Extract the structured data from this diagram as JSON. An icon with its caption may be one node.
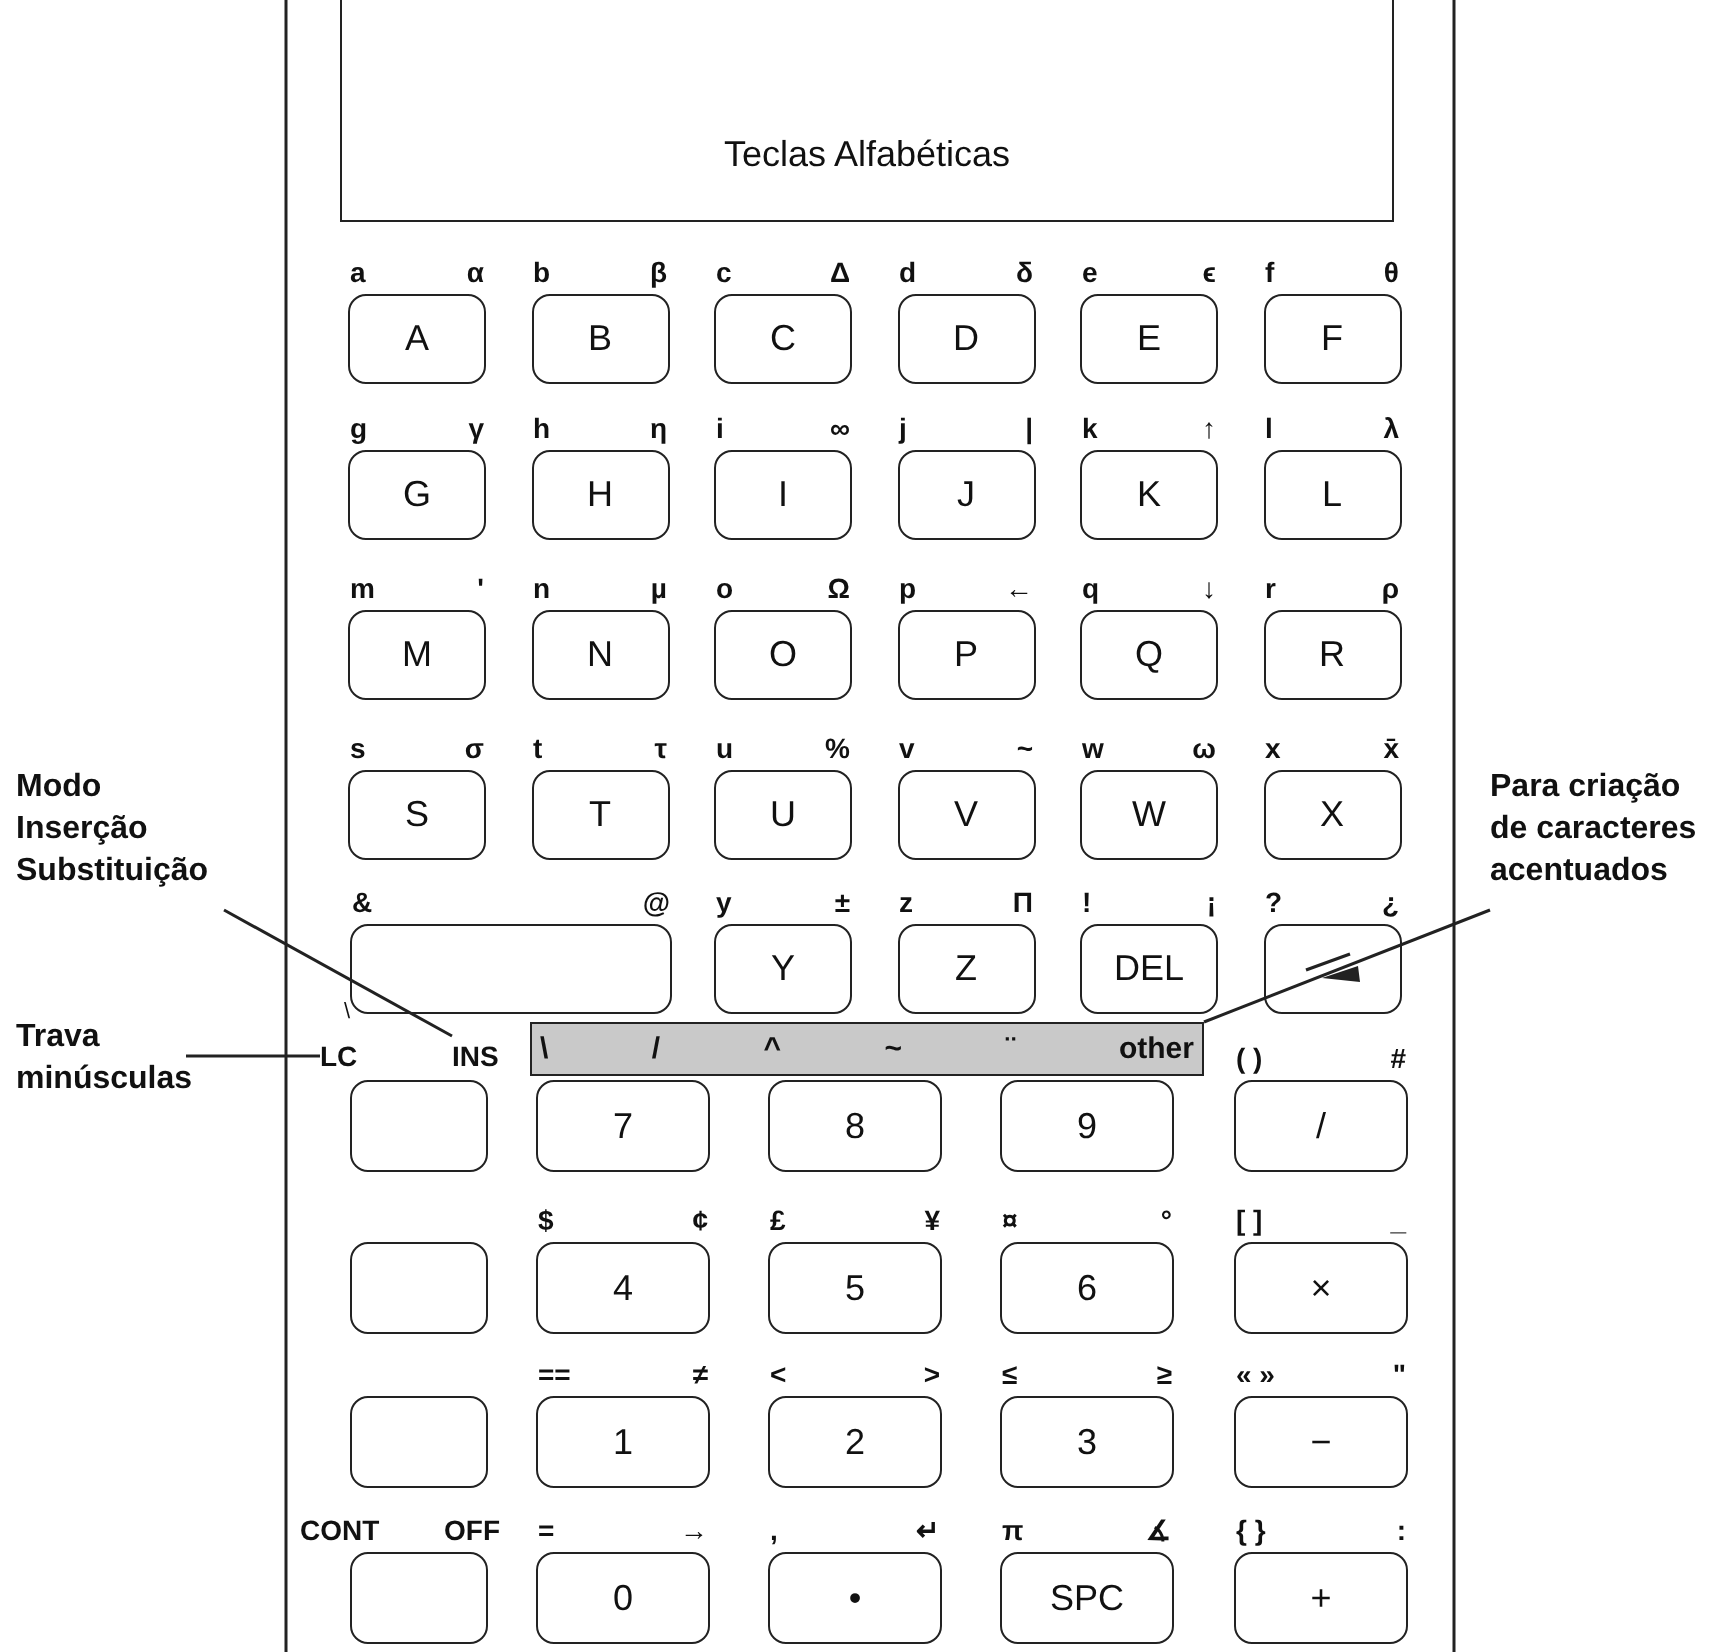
{
  "diagram": {
    "nodes": [
      {
        "text": [
          "Teclas Alfabéticas"
        ]
      },
      {
        "text": [
          "A"
        ],
        "beside": [
          "a",
          "α"
        ]
      },
      {
        "text": [
          "B"
        ],
        "beside": [
          "b",
          "β"
        ]
      },
      {
        "text": [
          "C"
        ],
        "beside": [
          "c",
          "Δ"
        ]
      },
      {
        "text": [
          "D"
        ],
        "beside": [
          "d",
          "δ"
        ]
      },
      {
        "text": [
          "E"
        ],
        "beside": [
          "e",
          "ϵ"
        ]
      },
      {
        "text": [
          "F"
        ],
        "beside": [
          "f",
          "θ"
        ]
      },
      {
        "text": [
          "G"
        ],
        "beside": [
          "g",
          "γ"
        ]
      },
      {
        "text": [
          "H"
        ],
        "beside": [
          "h",
          "η"
        ]
      },
      {
        "text": [
          "I"
        ],
        "beside": [
          "i",
          "∞"
        ]
      },
      {
        "text": [
          "J"
        ],
        "beside": [
          "j",
          "|"
        ]
      },
      {
        "text": [
          "K"
        ],
        "beside": [
          "k",
          "↑"
        ]
      },
      {
        "text": [
          "L"
        ],
        "beside": [
          "l",
          "λ"
        ]
      },
      {
        "text": [
          "M"
        ],
        "beside": [
          "m",
          "'"
        ]
      },
      {
        "text": [
          "N"
        ],
        "beside": [
          "n",
          "µ"
        ]
      },
      {
        "text": [
          "O"
        ],
        "beside": [
          "o",
          "Ω"
        ]
      },
      {
        "text": [
          "P"
        ],
        "beside": [
          "p",
          "←"
        ]
      },
      {
        "text": [
          "Q"
        ],
        "beside": [
          "q",
          "↓"
        ]
      },
      {
        "text": [
          "R"
        ],
        "beside": [
          "r",
          "ρ"
        ]
      },
      {
        "text": [
          "S"
        ],
        "beside": [
          "s",
          "σ"
        ]
      },
      {
        "text": [
          "T"
        ],
        "beside": [
          "t",
          "τ"
        ]
      },
      {
        "text": [
          "U"
        ],
        "beside": [
          "u",
          "%"
        ]
      },
      {
        "text": [
          "V"
        ],
        "beside": [
          "v",
          "~"
        ]
      },
      {
        "text": [
          "W"
        ],
        "beside": [
          "w",
          "ω"
        ]
      },
      {
        "text": [
          "X"
        ],
        "beside": [
          "x",
          "x̄"
        ]
      },
      {
        "text": [
          "Para criação de caracteres acentuados"
        ]
      },
      {
        "text": [
          "Modo Inserção Substituição"
        ]
      },
      {
        "text": [],
        "shape": "box",
        "beside": [
          "&",
          "@"
        ]
      },
      {
        "text": [
          "Y"
        ],
        "beside": [
          "y",
          "±"
        ]
      },
      {
        "text": [
          "Z"
        ],
        "beside": [
          "z",
          "Π"
        ]
      },
      {
        "text": [
          "DEL"
        ],
        "beside": [
          "!",
          "¡"
        ]
      },
      {
        "text": [],
        "shape": "box",
        "beside": [
          "?",
          "¿"
        ]
      },
      {
        "text": [
          "Trava minúsculas"
        ]
      },
      {
        "text": [
          "LC"
        ]
      },
      {
        "text": [
          "INS"
        ]
      },
      {
        "text": [
          "\\",
          "/",
          "^",
          "~",
          "¨",
          "other"
        ]
      },
      {
        "text": [],
        "shape": "box"
      },
      {
        "text": [
          "7"
        ]
      },
      {
        "text": [
          "8"
        ]
      },
      {
        "text": [
          "9"
        ]
      },
      {
        "text": [
          "/"
        ],
        "beside": [
          "( )",
          "#"
        ]
      },
      {
        "text": [],
        "shape": "box"
      },
      {
        "text": [
          "4"
        ],
        "beside": [
          "$",
          "¢"
        ]
      },
      {
        "text": [
          "5"
        ],
        "beside": [
          "£",
          "¥"
        ]
      },
      {
        "text": [
          "6"
        ],
        "beside": [
          "¤",
          "°"
        ]
      },
      {
        "text": [
          "×"
        ],
        "beside": [
          "[ ]",
          "_"
        ]
      },
      {
        "text": [],
        "shape": "box"
      },
      {
        "text": [
          "1"
        ],
        "beside": [
          "==",
          "≠"
        ]
      },
      {
        "text": [
          "2"
        ],
        "beside": [
          "<",
          ">"
        ]
      },
      {
        "text": [
          "3"
        ],
        "beside": [
          "≤",
          "≥"
        ]
      },
      {
        "text": [
          "−"
        ],
        "beside": [
          "« »",
          "\""
        ]
      },
      {
        "text": [],
        "shape": "box",
        "beside": [
          "CONT",
          "OFF"
        ]
      },
      {
        "text": [
          "0"
        ],
        "beside": [
          "=",
          "→"
        ]
      },
      {
        "text": [
          "•"
        ],
        "beside": [
          ",",
          "↵"
        ]
      },
      {
        "text": [
          "SPC"
        ],
        "beside": [
          "π",
          "∡"
        ]
      },
      {
        "text": [
          "+"
        ],
        "beside": [
          "{ }",
          ":"
        ]
      }
    ],
    "edges": [
      {
        "from": 26,
        "to": 34,
        "arrow": "none"
      },
      {
        "from": 32,
        "to": 33,
        "arrow": "none"
      },
      {
        "from": 25,
        "to": 35,
        "arrow": "none"
      }
    ],
    "labels": [
      "\\"
    ]
  }
}
